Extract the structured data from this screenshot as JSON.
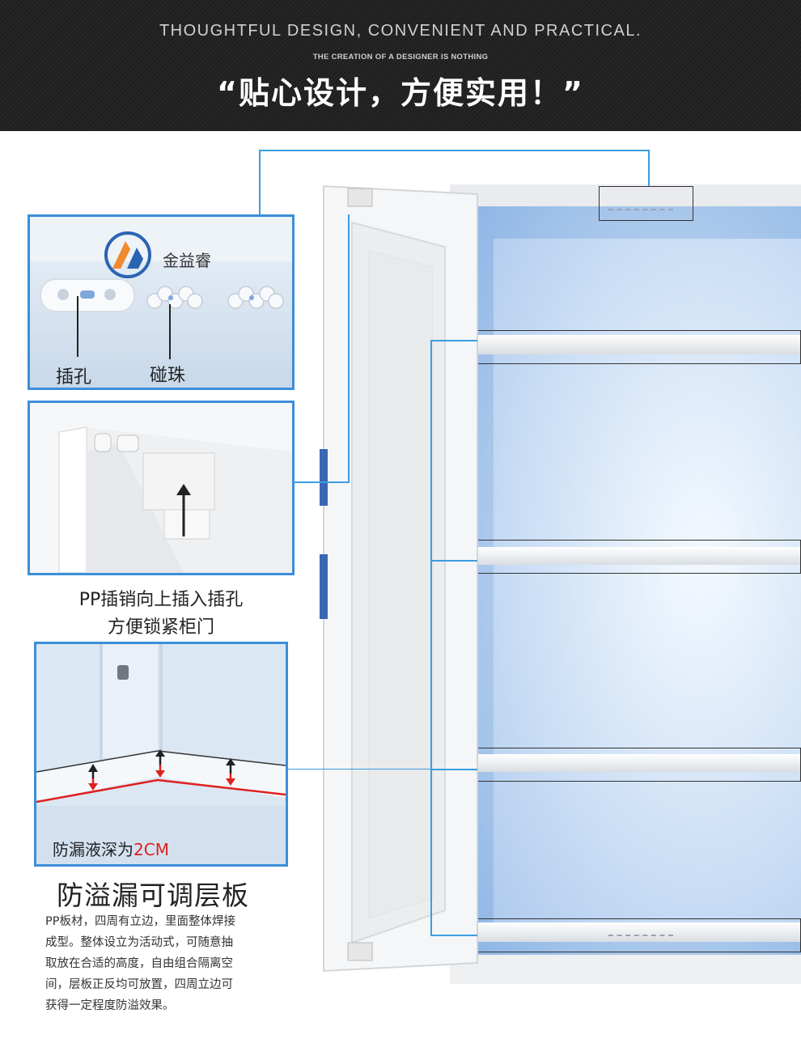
{
  "header": {
    "subtitle_en": "THOUGHTFUL DESIGN, CONVENIENT AND PRACTICAL.",
    "tagline_en": "THE CREATION OF A DESIGNER IS NOTHING",
    "title_cn": "“贴心设计，方便实用！”"
  },
  "callout1": {
    "brand": "金益睿",
    "label_hole": "插孔",
    "label_bead": "碰珠"
  },
  "callout2": {
    "caption_line1": "PP插销向上插入插孔",
    "caption_line2": "方便锁紧柜门"
  },
  "callout3": {
    "depth_prefix": "防漏液深为",
    "depth_value": "2CM"
  },
  "feature": {
    "title": "防溢漏可调层板",
    "description": "PP板材，四周有立边，里面整体焊接成型。整体设立为活动式，可随意抽取放在合适的高度，自由组合隔离空间，层板正反均可放置，四周立边可获得一定程度防溢效果。",
    "desc_lines": [
      "PP板材，四周有立边，里面整体焊接",
      "成型。整体设立为活动式，可随意抽",
      "取放在合适的高度，自由组合隔离空",
      "间，层板正反均可放置，四周立边可",
      "获得一定程度防溢效果。"
    ]
  },
  "colors": {
    "accent_blue": "#3b8fd9",
    "highlight_red": "#e02020",
    "header_bg": "#232323"
  }
}
